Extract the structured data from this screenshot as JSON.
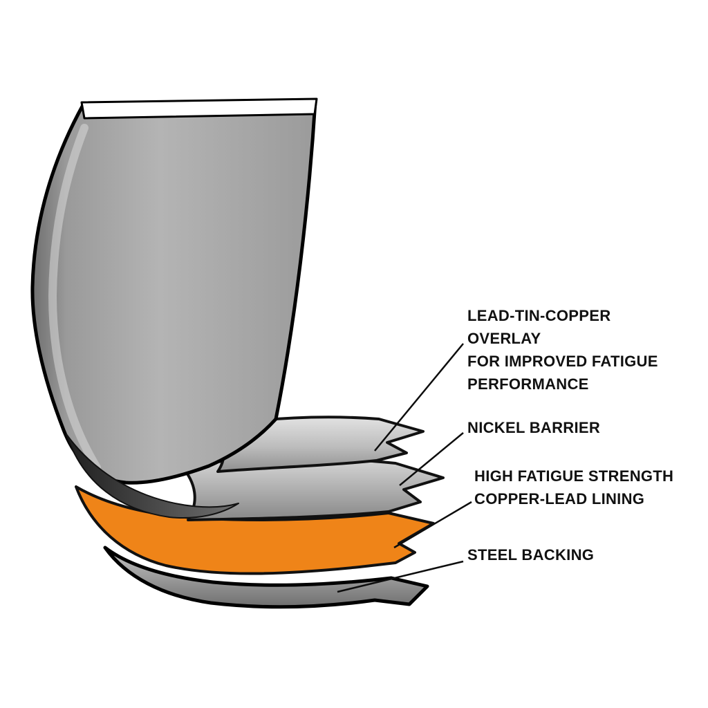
{
  "figure": {
    "labels": {
      "overlay": "LEAD-TIN-COPPER OVERLAY\nFOR IMPROVED FATIGUE\nPERFORMANCE",
      "nickel": "NICKEL BARRIER",
      "copper_lead": "HIGH FATIGUE STRENGTH\nCOPPER-LEAD LINING",
      "steel": "STEEL BACKING"
    },
    "colors": {
      "copper_lead_orange": "#ef8418",
      "shell_gray": "#a9a9a9",
      "outline_black": "#111111",
      "background": "#ffffff",
      "label_text": "#111111"
    }
  }
}
